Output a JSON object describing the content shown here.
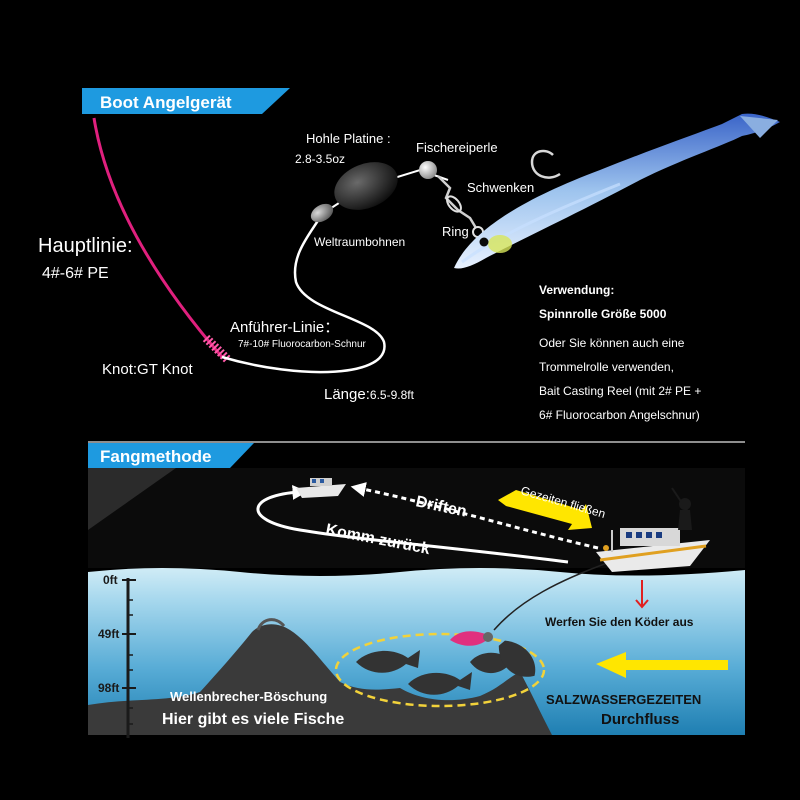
{
  "colors": {
    "background": "#000000",
    "header_blue": "#1e9ae0",
    "main_line": "#e0207e",
    "leader_line": "#ffffff",
    "water_top": "#a8d8ec",
    "water_bottom": "#1e80b0",
    "arrow_yellow": "#ffe600",
    "drop_arrow": "#e02020"
  },
  "rig": {
    "header": "Boot Angelgerät",
    "main_line_label": "Hauptlinie:",
    "main_line_spec": "4#-6# PE",
    "knot_label": "Knot:GT Knot",
    "sinker_label": "Hohle Platine :",
    "sinker_spec": "2.8-3.5oz",
    "bead_label": "Fischereiperle",
    "swivel_label": "Schwenken",
    "ring_label": "Ring",
    "bean_label": "Weltraumbohnen",
    "leader_label": "Anführer-Linie：",
    "leader_spec": "7#-10# Fluorocarbon-Schnur",
    "length_prefix": "Länge:",
    "length_value": "6.5-9.8ft"
  },
  "usage": {
    "title": "Verwendung:",
    "reel": "Spinnrolle Größe 5000",
    "line1": "Oder Sie können auch eine",
    "line2": "Trommelrolle verwenden,",
    "line3": "Bait Casting Reel (mit 2# PE +",
    "line4": "6# Fluorocarbon Angelschnur)"
  },
  "method": {
    "header": "Fangmethode",
    "drift": "Driften",
    "tide_flow": "Gezeiten fließen",
    "come_back": "Komm zurück",
    "cast": "Werfen Sie den Köder aus",
    "depth_0": "0ft",
    "depth_49": "49ft",
    "depth_98": "98ft",
    "breakwater": "Wellenbrecher-Böschung",
    "many_fish": "Hier gibt es viele Fische",
    "tide_line1": "SALZWASSERGEZEITEN",
    "tide_line2": "Durchfluss"
  }
}
